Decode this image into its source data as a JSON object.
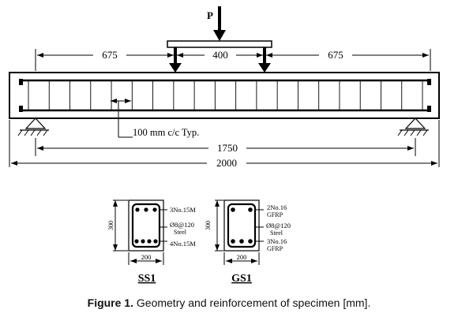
{
  "load_label": "P",
  "dimensions": {
    "shear_span_left": "675",
    "constant_moment": "400",
    "shear_span_right": "675",
    "stirrup_spacing": "100 mm c/c Typ.",
    "clear_span": "1750",
    "total_length": "2000"
  },
  "sections": [
    {
      "name": "SS1",
      "height": "300",
      "width": "200",
      "top_bars": "3No.15M",
      "stirrup_line1": "Ø8@120",
      "stirrup_line2": "Steel",
      "bottom_bars": "4No.15M"
    },
    {
      "name": "GS1",
      "height": "300",
      "width": "200",
      "top_line1": "2No.16",
      "top_line2": "GFRP",
      "stirrup_line1": "Ø8@120",
      "stirrup_line2": "Steel",
      "bottom_line1": "3No.16",
      "bottom_line2": "GFRP"
    }
  ],
  "caption": {
    "prefix": "Figure 1.",
    "text": " Geometry and reinforcement of specimen [mm]."
  }
}
